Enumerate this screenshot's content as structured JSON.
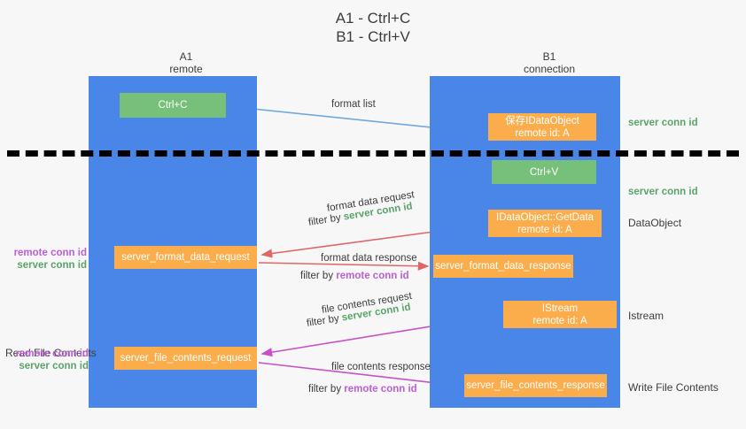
{
  "title": "A1 - Ctrl+C\nB1 - Ctrl+V",
  "colors": {
    "lane": "#4a86e8",
    "green_box": "#76c07a",
    "orange_box": "#fbad4b",
    "server_conn_id": "#5aa469",
    "remote_conn_id": "#bb5fd4",
    "arrow_blue": "#6fa8dc",
    "arrow_red": "#e06666",
    "arrow_magenta": "#c council",
    "arrow_black": "#000000",
    "background": "#f7f7f7"
  },
  "columns": {
    "left": {
      "name": "A1",
      "role": "remote",
      "header": "A1\nremote"
    },
    "right": {
      "name": "B1",
      "role": "connection",
      "header": "B1\nconnection"
    }
  },
  "boxes": {
    "ctrl_c": "Ctrl+C",
    "ctrl_v": "Ctrl+V",
    "idataobject_store": "保存IDataObject\nremote id: A",
    "getdata": "IDataObject::GetData\nremote id: A",
    "istream": "IStream\nremote id: A",
    "server_format_data_request": "server_format_data_request",
    "server_format_data_response": "server_format_data_response",
    "server_file_contents_request": "server_file_contents_request",
    "server_file_contents_response": "server_file_contents_response"
  },
  "arrows": {
    "format_list": {
      "label": "format list"
    },
    "format_data_request": {
      "label": "format data request",
      "filter_prefix": "filter by ",
      "filter_value": "server conn id"
    },
    "format_data_response": {
      "label": "format data response",
      "filter_prefix": "filter by ",
      "filter_value": "remote conn id"
    },
    "file_contents_request": {
      "label": "file contents request",
      "filter_prefix": "filter by ",
      "filter_value": "server conn id"
    },
    "file_contents_response": {
      "label": "file contents response",
      "filter_prefix": "filter by ",
      "filter_value": "remote conn id"
    }
  },
  "side_labels": {
    "server_conn_id_top": "server conn id",
    "server_conn_id_mid": "server conn id",
    "dataobject": "DataObject",
    "istream": "Istream",
    "write_file_contents": "Write File Contents",
    "read_file_contents": "Read File Contents",
    "remote_conn_id": "remote conn id",
    "server_conn_id": "server conn id"
  }
}
